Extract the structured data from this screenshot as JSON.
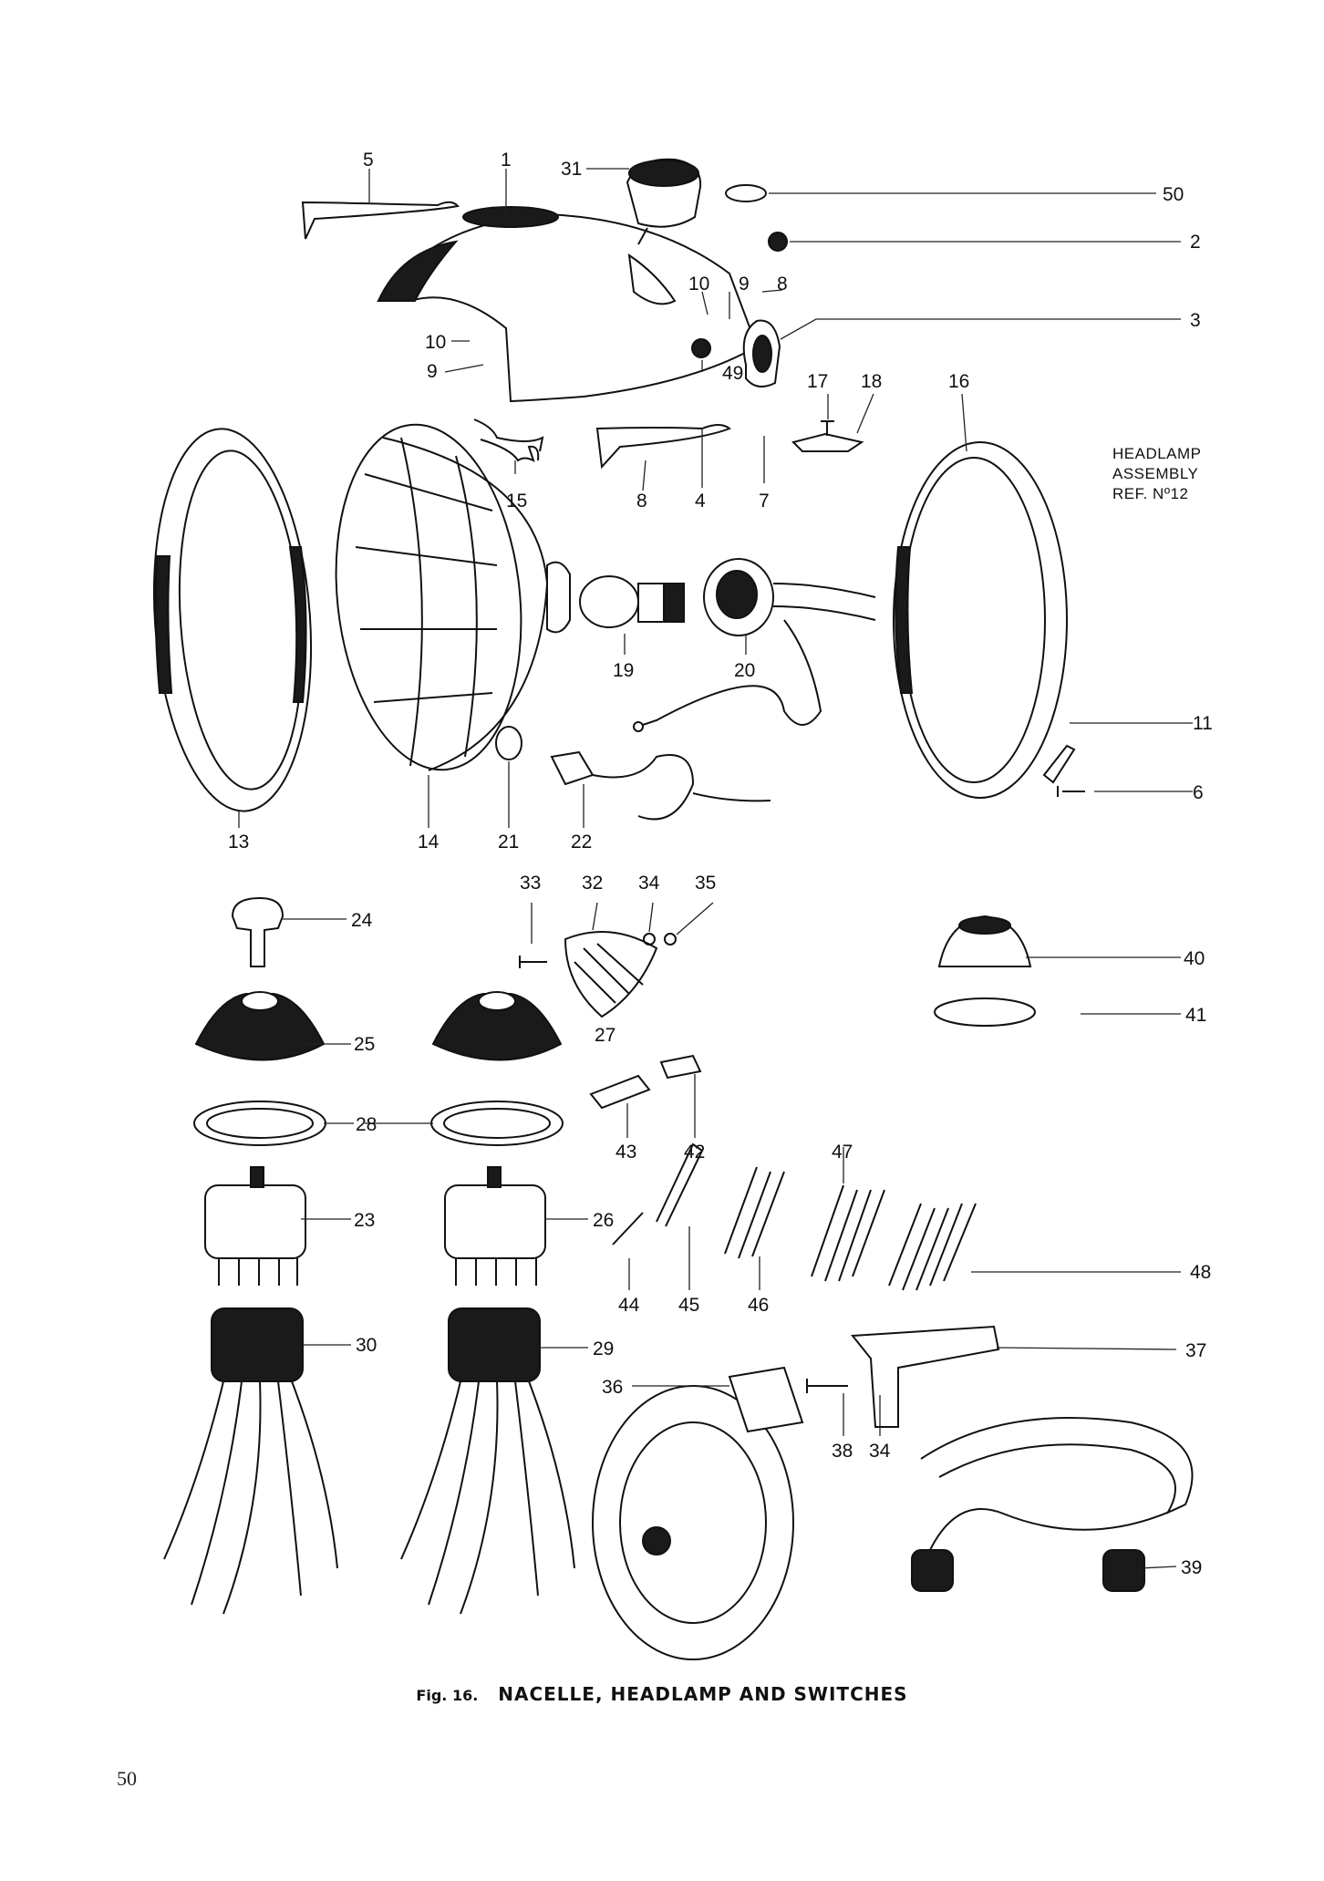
{
  "figure": {
    "caption_prefix": "Fig. 16.",
    "caption_title": "NACELLE, HEADLAMP AND SWITCHES",
    "page_number": "50",
    "assembly_note": [
      "HEADLAMP",
      "ASSEMBLY",
      "REF. Nº12"
    ]
  },
  "parts": {
    "p1": "1",
    "p2": "2",
    "p3": "3",
    "p4": "4",
    "p5": "5",
    "p6": "6",
    "p7": "7",
    "p8a": "8",
    "p8b": "8",
    "p9a": "9",
    "p9b": "9",
    "p10a": "10",
    "p10b": "10",
    "p11": "11",
    "p13": "13",
    "p14": "14",
    "p15": "15",
    "p16": "16",
    "p17": "17",
    "p18": "18",
    "p19": "19",
    "p20": "20",
    "p21": "21",
    "p22": "22",
    "p23": "23",
    "p24": "24",
    "p25": "25",
    "p26": "26",
    "p27": "27",
    "p28": "28",
    "p29": "29",
    "p30": "30",
    "p31": "31",
    "p32": "32",
    "p33": "33",
    "p34a": "34",
    "p34b": "34",
    "p35": "35",
    "p36": "36",
    "p37": "37",
    "p38": "38",
    "p39": "39",
    "p40": "40",
    "p41": "41",
    "p42": "42",
    "p43": "43",
    "p44": "44",
    "p45": "45",
    "p46": "46",
    "p47": "47",
    "p48": "48",
    "p49": "49",
    "p50": "50"
  }
}
